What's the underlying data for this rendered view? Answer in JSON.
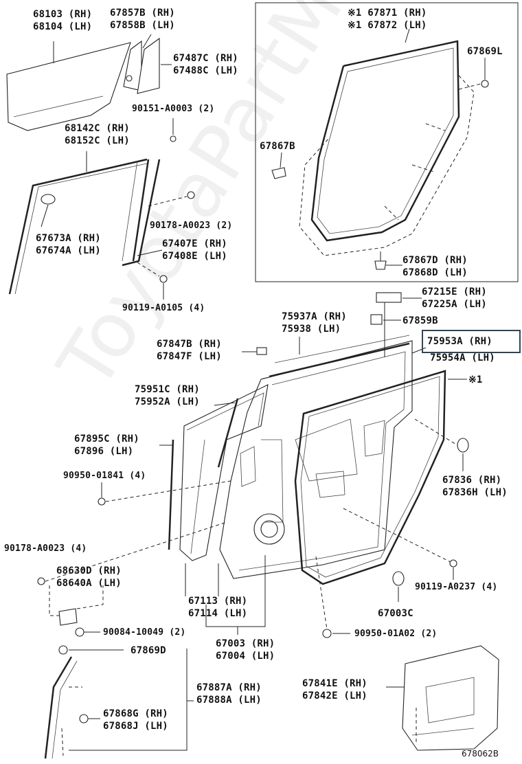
{
  "figure_no": "678062B",
  "watermark": "ToyotaPartMine.ru",
  "labels": {
    "l68103": [
      "68103 (RH)",
      "68104 (LH)"
    ],
    "l67857": [
      "67857B (RH)",
      "67858B (LH)"
    ],
    "l67487": [
      "67487C (RH)",
      "67488C (LH)"
    ],
    "l90151": [
      "90151-A0003 (2)"
    ],
    "l68142": [
      "68142C (RH)",
      "68152C (LH)"
    ],
    "l90178a": [
      "90178-A0023 (2)"
    ],
    "l67673": [
      "67673A (RH)",
      "67674A (LH)"
    ],
    "l67407": [
      "67407E (RH)",
      "67408E (LH)"
    ],
    "l90119a": [
      "90119-A0105 (4)"
    ],
    "l67871": [
      "※1 67871 (RH)",
      "※1 67872 (LH)"
    ],
    "l67869L": [
      "67869L"
    ],
    "l67867B": [
      "67867B"
    ],
    "l67867D": [
      "67867D (RH)",
      "67868D (LH)"
    ],
    "l67215": [
      "67215E (RH)",
      "67225A (LH)"
    ],
    "l75937": [
      "75937A (RH)",
      "75938 (LH)"
    ],
    "l67859": [
      "67859B"
    ],
    "l67847": [
      "67847B (RH)",
      "67847F (LH)"
    ],
    "l75953": [
      "75953A (RH)"
    ],
    "l75954": [
      "75954A (LH)"
    ],
    "l_x1": [
      "※1"
    ],
    "l75951": [
      "75951C (RH)",
      "75952A (LH)"
    ],
    "l67895": [
      "67895C (RH)",
      "67896 (LH)"
    ],
    "l90950a": [
      "90950-01841 (4)"
    ],
    "l67836": [
      "67836 (RH)",
      "67836H (LH)"
    ],
    "l90178b": [
      "90178-A0023 (4)"
    ],
    "l68630": [
      "68630D (RH)",
      "68640A (LH)"
    ],
    "l90119b": [
      "90119-A0237 (4)"
    ],
    "l67113": [
      "67113 (RH)",
      "67114 (LH)"
    ],
    "l67003c": [
      "67003C"
    ],
    "l90084": [
      "90084-10049 (2)"
    ],
    "l90950b": [
      "90950-01A02 (2)"
    ],
    "l67003": [
      "67003 (RH)",
      "67004 (LH)"
    ],
    "l67869D": [
      "67869D"
    ],
    "l67887": [
      "67887A (RH)",
      "67888A (LH)"
    ],
    "l67841": [
      "67841E (RH)",
      "67842E (LH)"
    ],
    "l67868G": [
      "67868G (RH)",
      "67868J (LH)"
    ]
  }
}
